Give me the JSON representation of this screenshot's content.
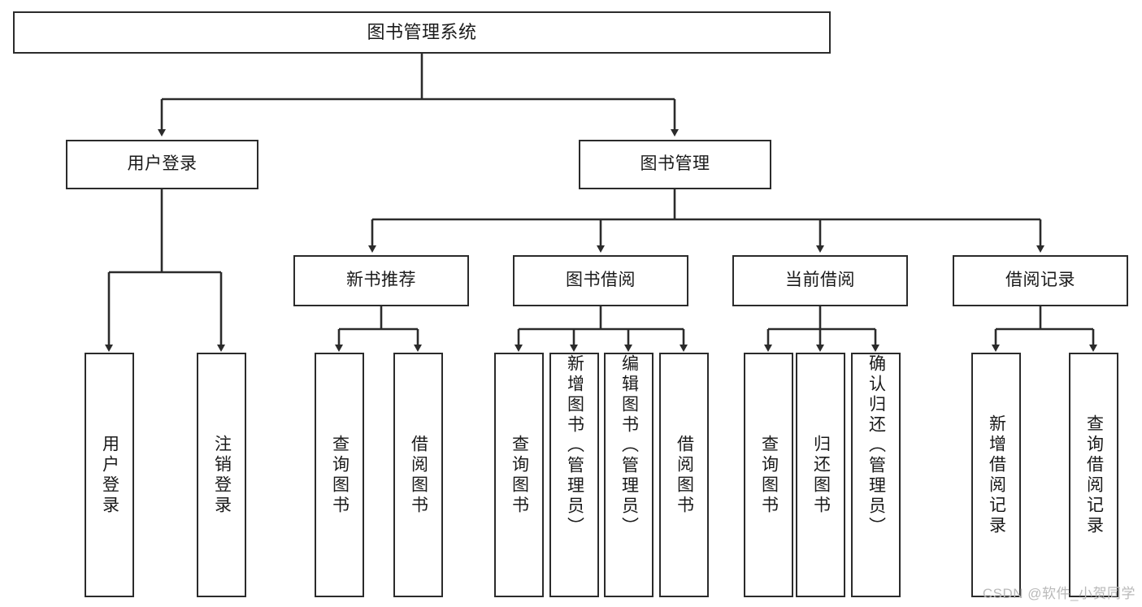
{
  "diagram": {
    "type": "tree-hierarchy",
    "title": "图书管理系统",
    "root": {
      "label": "图书管理系统"
    },
    "level1": [
      {
        "id": "user-login",
        "label": "用户登录"
      },
      {
        "id": "book-management",
        "label": "图书管理"
      }
    ],
    "level2": [
      {
        "id": "new-book-recommend",
        "label": "新书推荐",
        "parent": "book-management"
      },
      {
        "id": "book-borrow",
        "label": "图书借阅",
        "parent": "book-management"
      },
      {
        "id": "current-borrow",
        "label": "当前借阅",
        "parent": "book-management"
      },
      {
        "id": "borrow-record",
        "label": "借阅记录",
        "parent": "book-management"
      }
    ],
    "leaves": {
      "user-login": [
        {
          "id": "leaf-user-login",
          "label": "用户登录"
        },
        {
          "id": "leaf-user-logout",
          "label": "注销登录"
        }
      ],
      "new-book-recommend": [
        {
          "id": "leaf-query-book-1",
          "label": "查询图书"
        },
        {
          "id": "leaf-borrow-book-1",
          "label": "借阅图书"
        }
      ],
      "book-borrow": [
        {
          "id": "leaf-query-book-2",
          "label": "查询图书"
        },
        {
          "id": "leaf-add-book-admin",
          "label": "新增图书（管理员）"
        },
        {
          "id": "leaf-edit-book-admin",
          "label": "编辑图书（管理员）"
        },
        {
          "id": "leaf-borrow-book-2",
          "label": "借阅图书"
        }
      ],
      "current-borrow": [
        {
          "id": "leaf-query-book-3",
          "label": "查询图书"
        },
        {
          "id": "leaf-return-book",
          "label": "归还图书"
        },
        {
          "id": "leaf-confirm-return-admin",
          "label": "确认归还（管理员）"
        }
      ],
      "borrow-record": [
        {
          "id": "leaf-add-borrow-record",
          "label": "新增借阅记录"
        },
        {
          "id": "leaf-query-borrow-record",
          "label": "查询借阅记录"
        }
      ]
    }
  },
  "watermark": {
    "text": "CSDN @软件_小贺同学"
  },
  "colors": {
    "stroke": "#2b2b2b",
    "background": "#ffffff",
    "text": "#1a1a1a",
    "watermark": "#b9b9b9"
  }
}
